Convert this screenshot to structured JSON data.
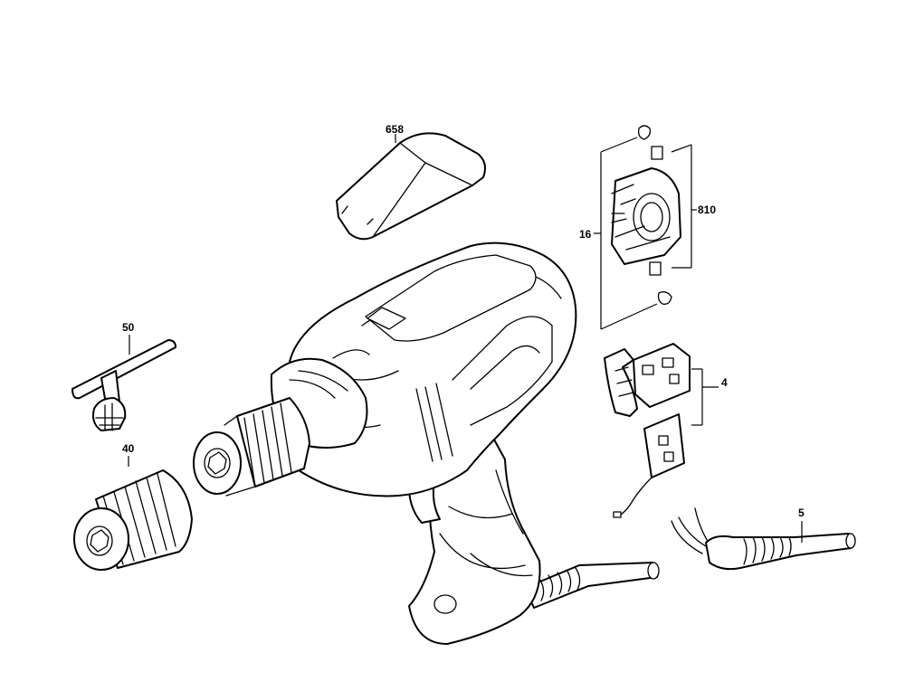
{
  "callouts": {
    "cover": "658",
    "brush_assembly": "810",
    "brush_holder": "16",
    "chuck_key": "50",
    "chuck": "40",
    "switch": "4",
    "cord": "5"
  },
  "colors": {
    "line": "#000000",
    "background": "#ffffff"
  }
}
